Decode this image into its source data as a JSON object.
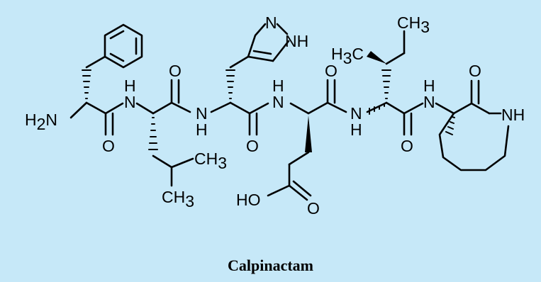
{
  "figure": {
    "background_color": "#c6e8f8",
    "caption": "Calpinactam",
    "labels": {
      "h2n": "H",
      "h2n_sub": "2",
      "h2n_n": "N",
      "nh1_n": "N",
      "nh1_h": "H",
      "o1": "O",
      "o2": "O",
      "nh2_n": "N",
      "nh2_h": "H",
      "o3": "O",
      "nh3_n": "N",
      "nh3_h": "H",
      "o4": "O",
      "nh4_n": "N",
      "nh4_h": "H",
      "o5": "O",
      "nh5_n": "N",
      "nh5_h": "H",
      "o6": "O",
      "lactam_nh": "NH",
      "ch3_a": "CH",
      "ch3_a_sub": "3",
      "ch3_b": "CH",
      "ch3_b_sub": "3",
      "imid_n": "N",
      "imid_nh": "NH",
      "h3c": "H",
      "h3c_sub": "3",
      "h3c_c": "C",
      "ch3_c": "CH",
      "ch3_c_sub": "3",
      "ho": "HO",
      "o_acid": "O"
    }
  }
}
